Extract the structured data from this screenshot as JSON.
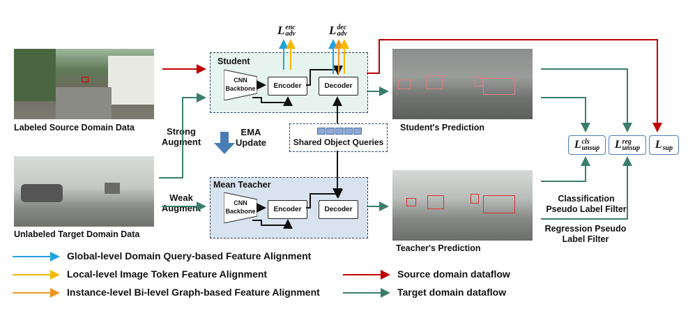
{
  "left": {
    "source_caption": "Labeled Source Domain Data",
    "target_caption": "Unlabeled Target Domain Data",
    "strong_augment": "Strong\nAugment",
    "weak_augment": "Weak\nAugment"
  },
  "student": {
    "title": "Student",
    "cnn_backbone": "CNN\nBackbone",
    "encoder": "Encoder",
    "decoder": "Decoder"
  },
  "teacher": {
    "title": "Mean Teacher",
    "cnn_backbone": "CNN\nBackbone",
    "encoder": "Encoder",
    "decoder": "Decoder"
  },
  "ema": {
    "label": "EMA\nUpdate"
  },
  "queries": {
    "label": "Shared Object Queries"
  },
  "losses": {
    "enc": {
      "main": "L",
      "sup": "enc",
      "sub": "adv"
    },
    "dec": {
      "main": "L",
      "sup": "dec",
      "sub": "adv"
    },
    "cls": {
      "main": "L",
      "sup": "cls",
      "sub": "unsup"
    },
    "reg": {
      "main": "L",
      "sup": "reg",
      "sub": "unsup"
    },
    "sup": {
      "main": "L",
      "sub": "sup"
    }
  },
  "predictions": {
    "student_caption": "Student's Prediction",
    "teacher_caption": "Teacher's Prediction"
  },
  "filters": {
    "classification": "Classification\nPseudo Label Filter",
    "regression": "Regression Pseudo\nLabel Filter"
  },
  "legend": {
    "global": "Global-level Domain Query-based Feature Alignment",
    "local": "Local-level Image Token Feature Alignment",
    "instance": "Instance-level Bi-level Graph-based Feature Alignment",
    "source": "Source domain dataflow",
    "target": "Target domain dataflow"
  },
  "colors": {
    "source_flow": "#c00000",
    "target_flow": "#3a7d6b",
    "global": "#1fa3e0",
    "local": "#f5b800",
    "instance": "#f29520",
    "student_bg": "#e6f3ef",
    "teacher_bg": "#d9e3ef",
    "dashed_border": "#2c3e5a",
    "ema_arrow": "#4a7db5"
  }
}
